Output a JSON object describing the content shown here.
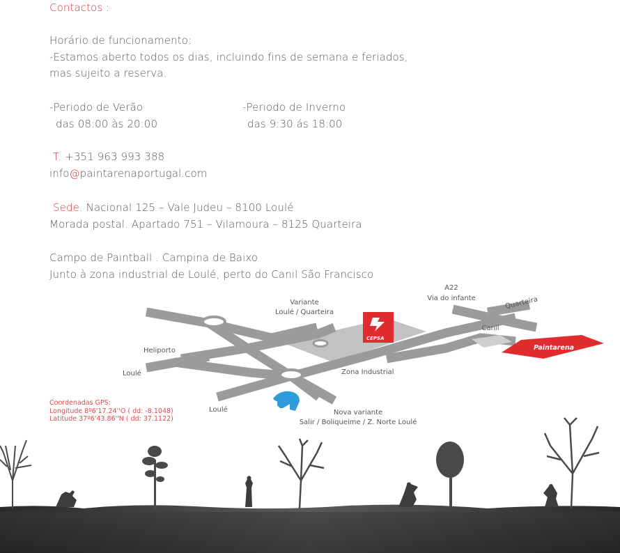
{
  "contact": {
    "heading": "Contactos :",
    "hours_title": "Horário de funcionamento:",
    "hours_line1": "-Estamos aberto todos os dias, incluindo fins de semana e feriados,",
    "hours_line2": "mas sujeito a reserva.",
    "summer_label": "-Periodo de Verão",
    "summer_hours": "das 08:00 às 20:00",
    "winter_dash": "-",
    "winter_label": "Periodo de Inverno",
    "winter_hours": "das 9:30 ás 18:00",
    "phone_prefix": "T.",
    "phone": "+351 963 993 388",
    "email_user": "info",
    "email_at": "@",
    "email_domain": "paintarenaportugal.com",
    "sede_label": "Sede.",
    "sede_address": "Nacional 125 – Vale Judeu – 8100 Loulé",
    "postal": "Morada postal. Apartado 751 – Vilamoura – 8125 Quarteira",
    "field_line1": "Campo de Paintball . Campina de Baixo",
    "field_line2": "Junto à zona industrial de Loulé, perto do Canil São Francisco"
  },
  "map": {
    "a22": "A22",
    "via_infante": "Via do infante",
    "quarteira": "Quarteira",
    "variante_1": "Variante",
    "variante_2": "Loulé / Quarteira",
    "cepsa": "CEPSA",
    "canil": "Canil",
    "paintarena": "Paintarena",
    "heliporto": "Heliporto",
    "loule_left": "Loulé",
    "zona_industrial": "Zona Industrial",
    "loule_bottom": "Loulé",
    "nova_variante_1": "Nova variante",
    "nova_variante_2": "Salir / Boliqueime / Z. Norte Loulé",
    "brand_color": "#e02c2f",
    "road_color": "#9b9b9b"
  },
  "gps": {
    "title": "Coordenadas GPS:",
    "longitude": "Longitude   8º6'17.24''O ( dd: -8.1048)",
    "latitude": "Latitude   37º6'43.86''N ( dd: 37.1122)"
  }
}
